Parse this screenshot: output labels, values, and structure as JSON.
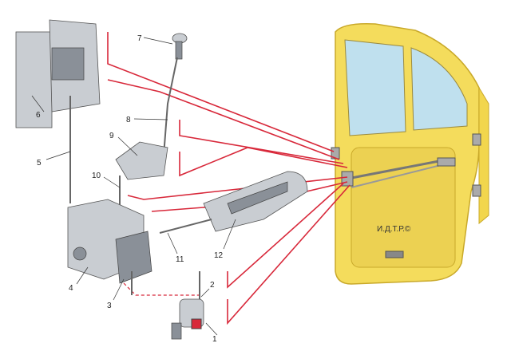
{
  "diagram": {
    "labels": [
      "1",
      "2",
      "3",
      "4",
      "5",
      "6",
      "7",
      "8",
      "9",
      "10",
      "11",
      "12"
    ],
    "watermark": "И.Д.Т.Р.©"
  },
  "colors": {
    "door": "#f4dc5c",
    "door_edge": "#c9a92a",
    "glass": "#bfe0ee",
    "leader_red": "#d8283a"
  }
}
